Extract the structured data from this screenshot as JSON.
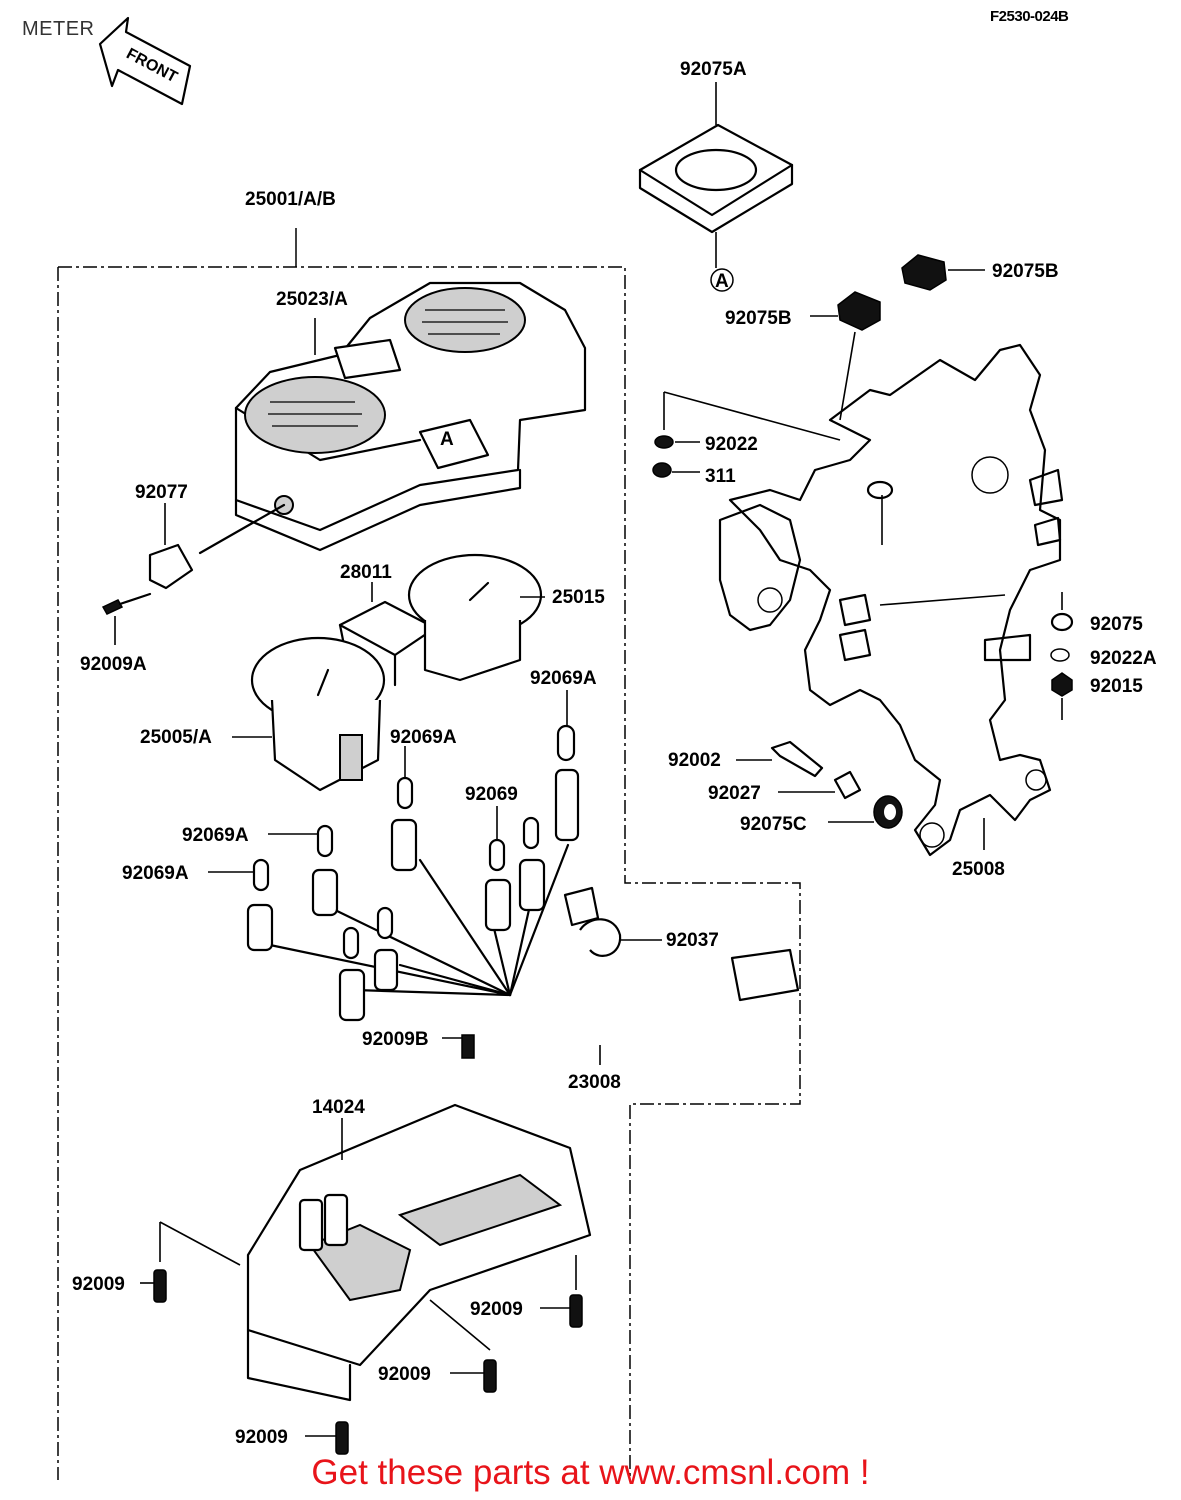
{
  "page": {
    "title": "METER",
    "drawing_code": "F2530-024B",
    "front_label": "FRONT",
    "promo": "Get these parts at www.cmsnl.com !"
  },
  "labels": {
    "p92075A": "92075A",
    "p25001": "25001/A/B",
    "p92075B_right": "92075B",
    "p25023": "25023/A",
    "p92075B_left": "92075B",
    "p92022": "92022",
    "p311": "311",
    "p92077": "92077",
    "p28011": "28011",
    "p25015": "25015",
    "p92009A": "92009A",
    "p92075": "92075",
    "p92022A": "92022A",
    "p92015": "92015",
    "p92069A_a": "92069A",
    "p25005": "25005/A",
    "p92069A_b": "92069A",
    "p92002": "92002",
    "p92069": "92069",
    "p92027": "92027",
    "p92069A_c": "92069A",
    "p92075C": "92075C",
    "p92069A_d": "92069A",
    "p25008": "25008",
    "p92037": "92037",
    "p92009B": "92009B",
    "p23008": "23008",
    "p14024": "14024",
    "p92009_a": "92009",
    "p92009_b": "92009",
    "p92009_c": "92009",
    "p92009_d": "92009",
    "marker_A_meter": "A",
    "marker_A_cap": "A"
  }
}
